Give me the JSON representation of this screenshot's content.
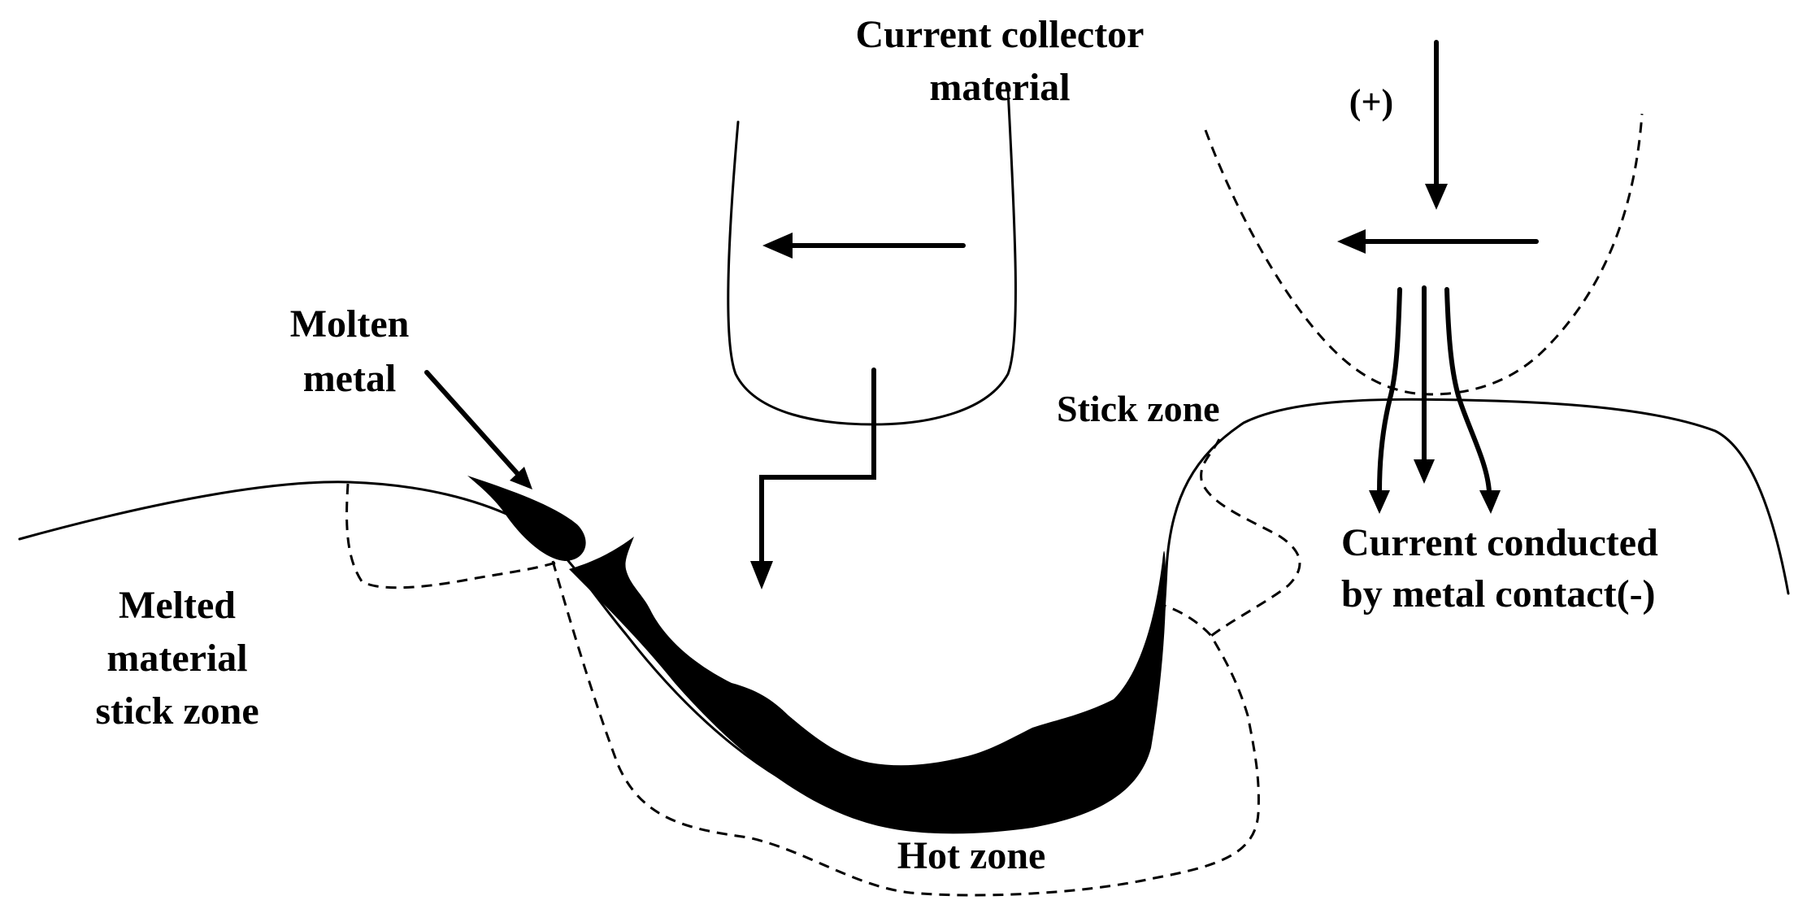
{
  "labels": {
    "current_collector_line1": "Current collector",
    "current_collector_line2": "material",
    "plus": "(+)",
    "molten_line1": "Molten",
    "molten_line2": "metal",
    "stick_zone": "Stick zone",
    "current_conducted_line1": "Current conducted",
    "current_conducted_line2": "by metal contact(-)",
    "melted_line1": "Melted",
    "melted_line2": "material",
    "melted_line3": "stick zone",
    "hot_zone": "Hot zone"
  },
  "colors": {
    "ink": "#000000",
    "background": "#ffffff"
  }
}
